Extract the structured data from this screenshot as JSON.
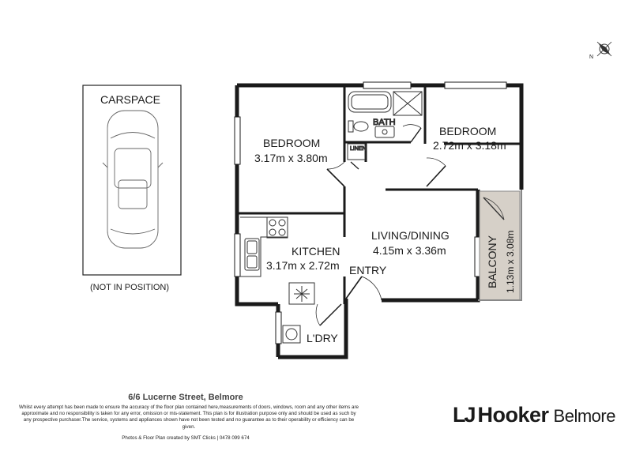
{
  "rooms": {
    "carspace": "CARSPACE",
    "carspace_note": "(NOT IN POSITION)",
    "bedroom1_name": "BEDROOM",
    "bedroom1_size": "3.17m x 3.80m",
    "bedroom2_name": "BEDROOM",
    "bedroom2_size": "2.72m x 3.18m",
    "bath": "BATH",
    "linen": "LINEN",
    "kitchen_name": "KITCHEN",
    "kitchen_size": "3.17m x 2.72m",
    "living_name": "LIVING/DINING",
    "living_size": "4.15m x 3.36m",
    "entry": "ENTRY",
    "balcony_name": "BALCONY",
    "balcony_size": "1.13m x 3.08m",
    "laundry": "L'DRY"
  },
  "footer": {
    "address": "6/6 Lucerne Street, Belmore",
    "disclaimer": "Whilst every attempt has been made to ensure the accuracy of the floor plan contained here,measurements of doors, windows, room and any other items are approximate and no responsibility is taken for any error, omission or mis-statement. This plan is for illustration purpose only and should be used as such by any prospective purchaser.The service, systems and appliances shown have not been tested and no guarantee as to their operability or efficiency can be given.",
    "credit": "Photos & Floor Plan created by SMT Clicks | 0478 099 674"
  },
  "brand": {
    "lj": "LJ",
    "hooker": "Hooker",
    "location": "Belmore"
  },
  "compass": "N",
  "colors": {
    "wall": "#1a1a1a",
    "balcony_fill": "#d6d0c8"
  }
}
